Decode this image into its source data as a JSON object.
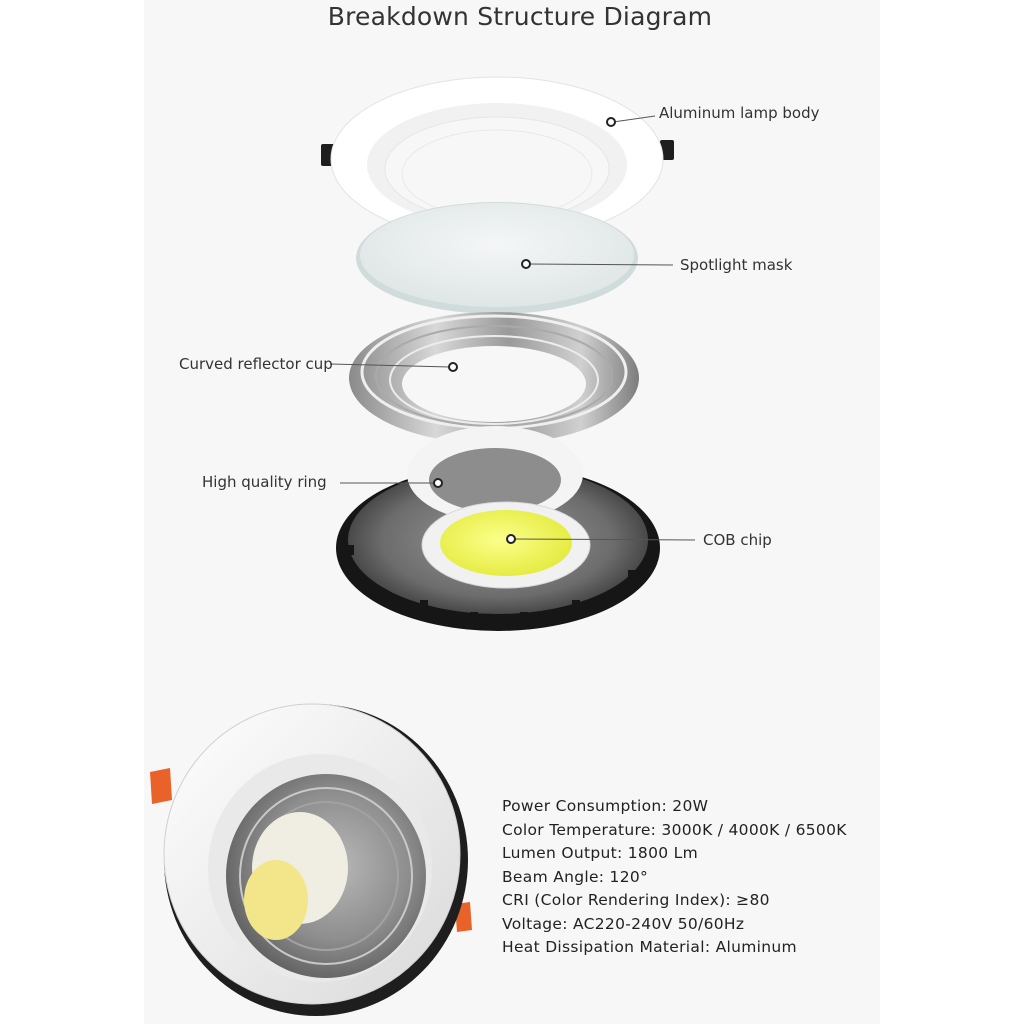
{
  "title": "Breakdown Structure Diagram",
  "labels": {
    "lamp_body": "Aluminum lamp body",
    "spotlight_mask": "Spotlight mask",
    "reflector_cup": "Curved reflector cup",
    "ring": "High quality ring",
    "cob_chip": "COB chip"
  },
  "specs": [
    "Power Consumption: 20W",
    "Color Temperature: 3000K / 4000K / 6500K",
    "Lumen Output: 1800 Lm",
    "Beam Angle: 120°",
    "CRI (Color Rendering Index): ≥80",
    "Voltage: AC220-240V 50/60Hz",
    "Heat Dissipation Material: Aluminum"
  ],
  "colors": {
    "cob_yellow": "#eef24a",
    "tab_orange": "#e8622a",
    "housing_black": "#1b1b1b"
  }
}
